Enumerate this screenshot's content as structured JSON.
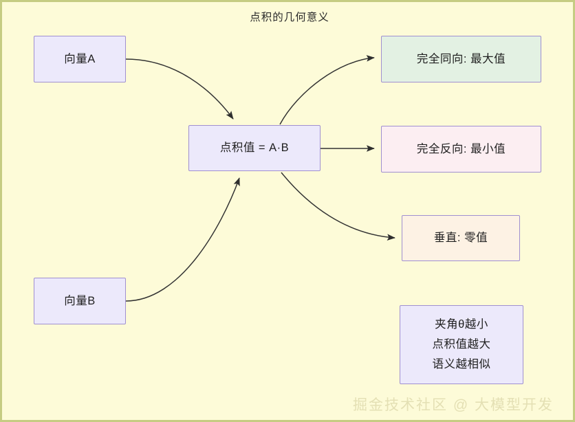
{
  "diagram": {
    "title": "点积的几何意义",
    "watermark": "掘金技术社区 @ 大模型开发",
    "background_color": "#fdfbd8",
    "border_color": "#c5cc82",
    "edge_color": "#333333",
    "nodes": {
      "vector_a": {
        "label": "向量A",
        "fill": "#ece9fb",
        "stroke": "#9f8fd0"
      },
      "vector_b": {
        "label": "向量B",
        "fill": "#ece9fb",
        "stroke": "#9f8fd0"
      },
      "dot_value": {
        "label": "点积值 = A·B",
        "fill": "#ece9fb",
        "stroke": "#9f8fd0"
      },
      "same_direction": {
        "label": "完全同向: 最大值",
        "fill": "#e3f1e3",
        "stroke": "#9f8fd0"
      },
      "opposite_direction": {
        "label": "完全反向: 最小值",
        "fill": "#fceef2",
        "stroke": "#9f8fd0"
      },
      "perpendicular": {
        "label": "垂直: 零值",
        "fill": "#fdf2e4",
        "stroke": "#9f8fd0"
      },
      "summary": {
        "fill": "#ece9fb",
        "stroke": "#9f8fd0",
        "lines": [
          "夹角θ越小",
          "点积值越大",
          "语义越相似"
        ]
      }
    },
    "edges": [
      {
        "from": "vector_a",
        "to": "dot_value",
        "style": "curved-arrow"
      },
      {
        "from": "vector_b",
        "to": "dot_value",
        "style": "curved-arrow"
      },
      {
        "from": "dot_value",
        "to": "same_direction",
        "style": "curved-arrow"
      },
      {
        "from": "dot_value",
        "to": "opposite_direction",
        "style": "straight-arrow"
      },
      {
        "from": "dot_value",
        "to": "perpendicular",
        "style": "curved-arrow"
      }
    ]
  }
}
